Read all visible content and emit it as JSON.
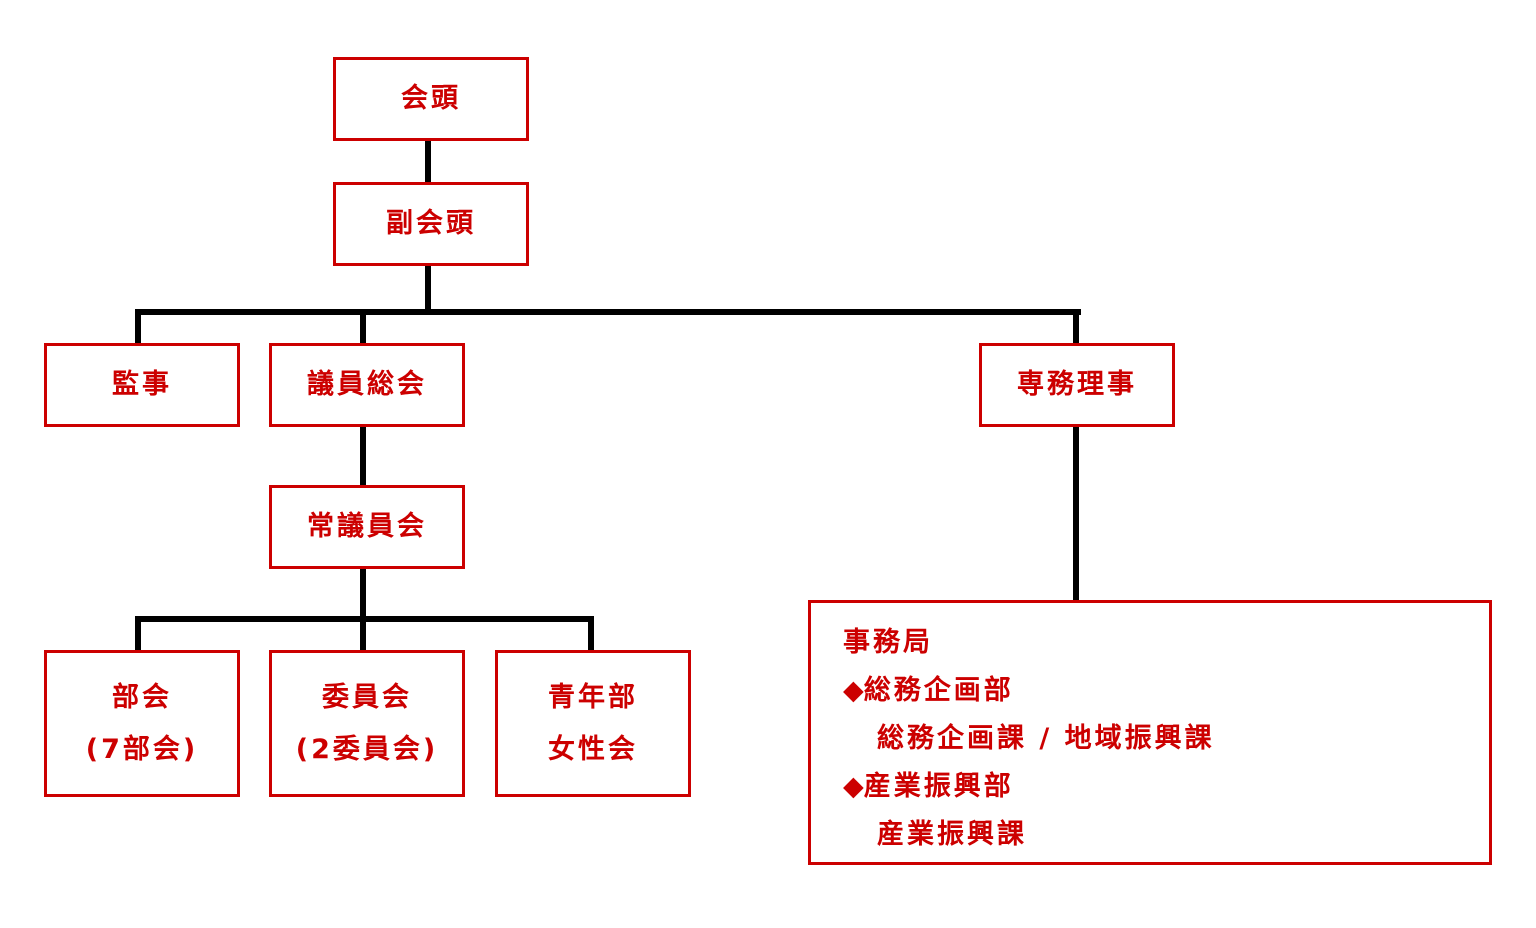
{
  "colors": {
    "box_border": "#cc0000",
    "box_text": "#cc0000",
    "connector": "#000000"
  },
  "nodes": {
    "president": "会頭",
    "vice_president": "副会頭",
    "auditor": "監事",
    "general_assembly": "議員総会",
    "executive_director": "専務理事",
    "standing_committee": "常議員会",
    "sections": {
      "line1": "部会",
      "line2": "(7部会)"
    },
    "committees": {
      "line1": "委員会",
      "line2": "(2委員会)"
    },
    "youth_women": {
      "line1": "青年部",
      "line2": "女性会"
    }
  },
  "secretariat": {
    "title": "事務局",
    "bullet": "◆",
    "dept1": "総務企画部",
    "dept1_sections": "総務企画課 / 地域振興課",
    "dept2": "産業振興部",
    "dept2_sections": "産業振興課"
  }
}
